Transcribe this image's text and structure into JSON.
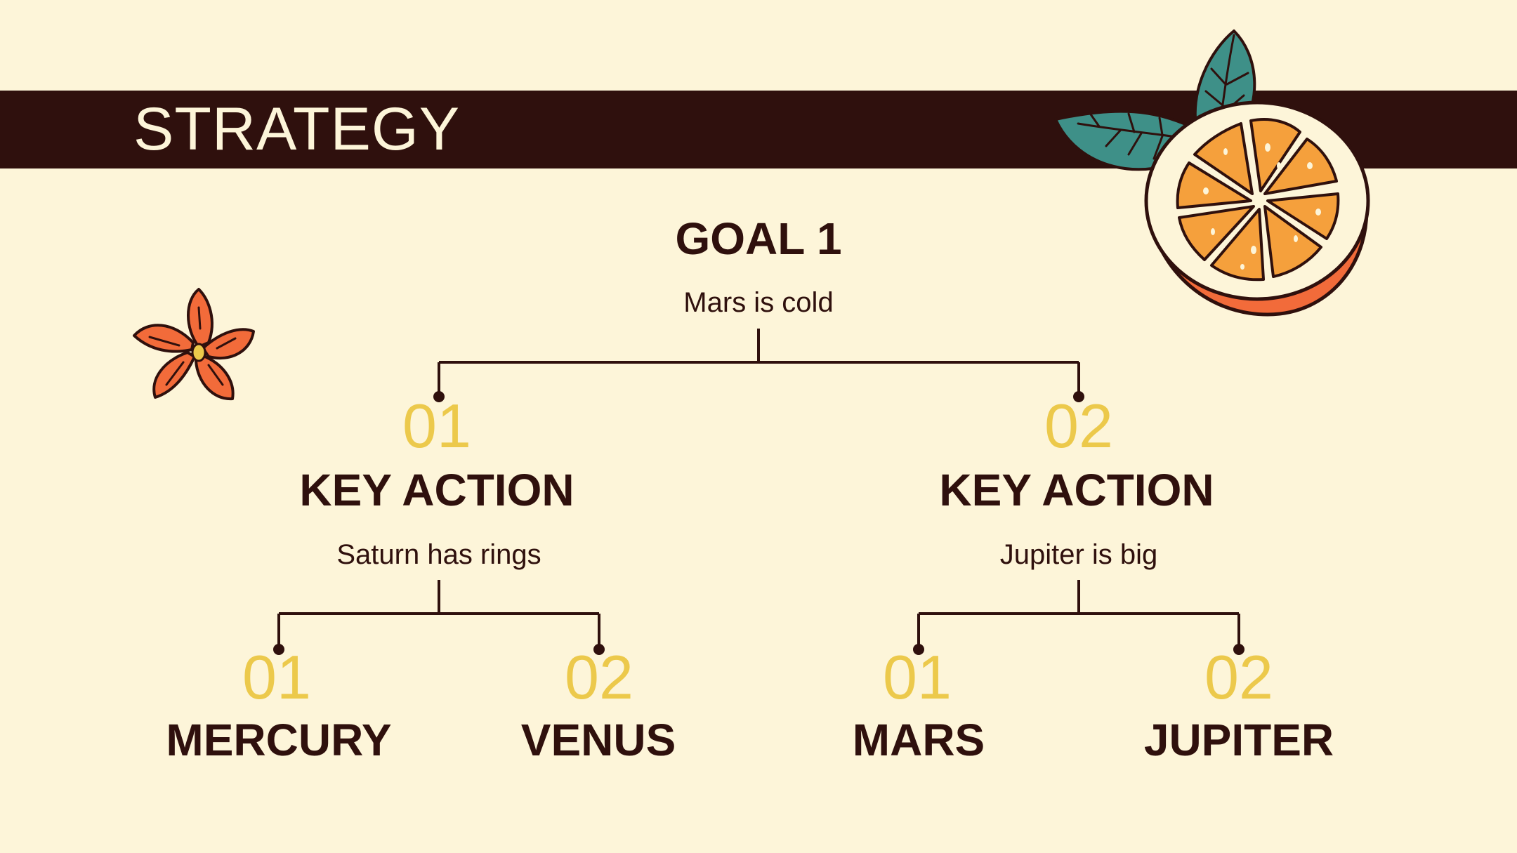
{
  "slide": {
    "title": "STRATEGY"
  },
  "goal": {
    "title": "GOAL 1",
    "description": "Mars is cold"
  },
  "branches": [
    {
      "number": "01",
      "title": "KEY ACTION",
      "description": "Saturn has rings",
      "children": [
        {
          "number": "01",
          "title": "MERCURY"
        },
        {
          "number": "02",
          "title": "VENUS"
        }
      ]
    },
    {
      "number": "02",
      "title": "KEY ACTION",
      "description": "Jupiter is big",
      "children": [
        {
          "number": "01",
          "title": "MARS"
        },
        {
          "number": "02",
          "title": "JUPITER"
        }
      ]
    }
  ],
  "colors": {
    "background": "#fdf5d9",
    "dark": "#2f100d",
    "accent_yellow": "#ecc94b",
    "accent_orange": "#f26b3a",
    "leaf_teal": "#3e9088"
  },
  "decorations": [
    "orange-slice-icon",
    "flower-icon"
  ]
}
